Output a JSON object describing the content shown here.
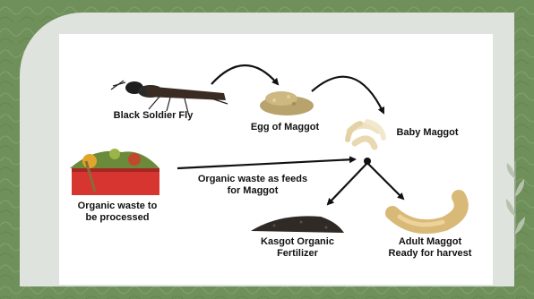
{
  "diagram": {
    "nodes": {
      "fly": {
        "label": "Black Soldier Fly",
        "icon": "black-soldier-fly-icon"
      },
      "egg": {
        "label": "Egg of Maggot",
        "icon": "maggot-eggs-icon"
      },
      "baby": {
        "label": "Baby Maggot",
        "icon": "baby-maggot-icon"
      },
      "waste": {
        "label": "Organic waste to\nbe processed",
        "icon": "organic-waste-bin-icon"
      },
      "feed": {
        "label": "Organic waste as feeds\nfor Maggot"
      },
      "fertilizer": {
        "label": "Kasgot Organic\nFertilizer",
        "icon": "fertilizer-pile-icon"
      },
      "adult": {
        "label": "Adult Maggot\nReady for harvest",
        "icon": "adult-maggot-icon"
      }
    },
    "colors": {
      "background": "#6f8f5b",
      "frame": "#dfe3de",
      "card": "#ffffff",
      "arrow": "#111111"
    }
  }
}
